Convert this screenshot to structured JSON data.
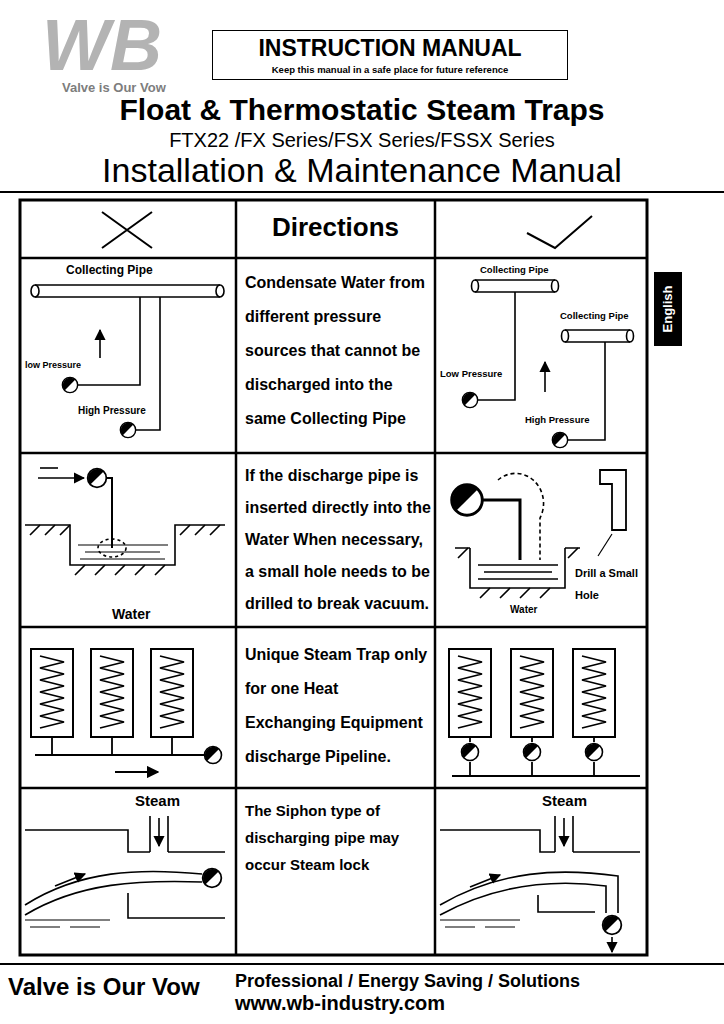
{
  "diagram": {
    "title": "Float & Thermostatic Steam Traps",
    "nodes": [
      {
        "text": [
          "INSTRUCTION MANUAL",
          "Keep this manual in a safe place for future reference"
        ]
      },
      {
        "text": [
          "English"
        ]
      }
    ],
    "labels": [
      "WB",
      "Valve is Our Vow",
      "FTX22 /FX Series/FSX Series/FSSX Series",
      "Installation & Maintenance Manual",
      "Directions",
      "Collecting Pipe",
      "low Pressure",
      "High Pressure",
      "Condensate Water from different pressure sources that cannot be discharged into the same Collecting Pipe",
      "Collecting Pipe",
      "Collecting Pipe",
      "Low Pressure",
      "High Pressure",
      "Water",
      "If the discharge pipe is inserted directly into the Water When necessary, a small hole needs to be drilled to break vacuum.",
      "Drill a Small Hole",
      "Water",
      "Unique Steam Trap only for one Heat Exchanging Equipment discharge Pipeline.",
      "Steam",
      "The Siphon type of discharging pipe may occur Steam lock",
      "Steam",
      "Valve is Our Vow",
      "Professional / Energy Saving / Solutions",
      "www.wb-industry.com"
    ]
  }
}
